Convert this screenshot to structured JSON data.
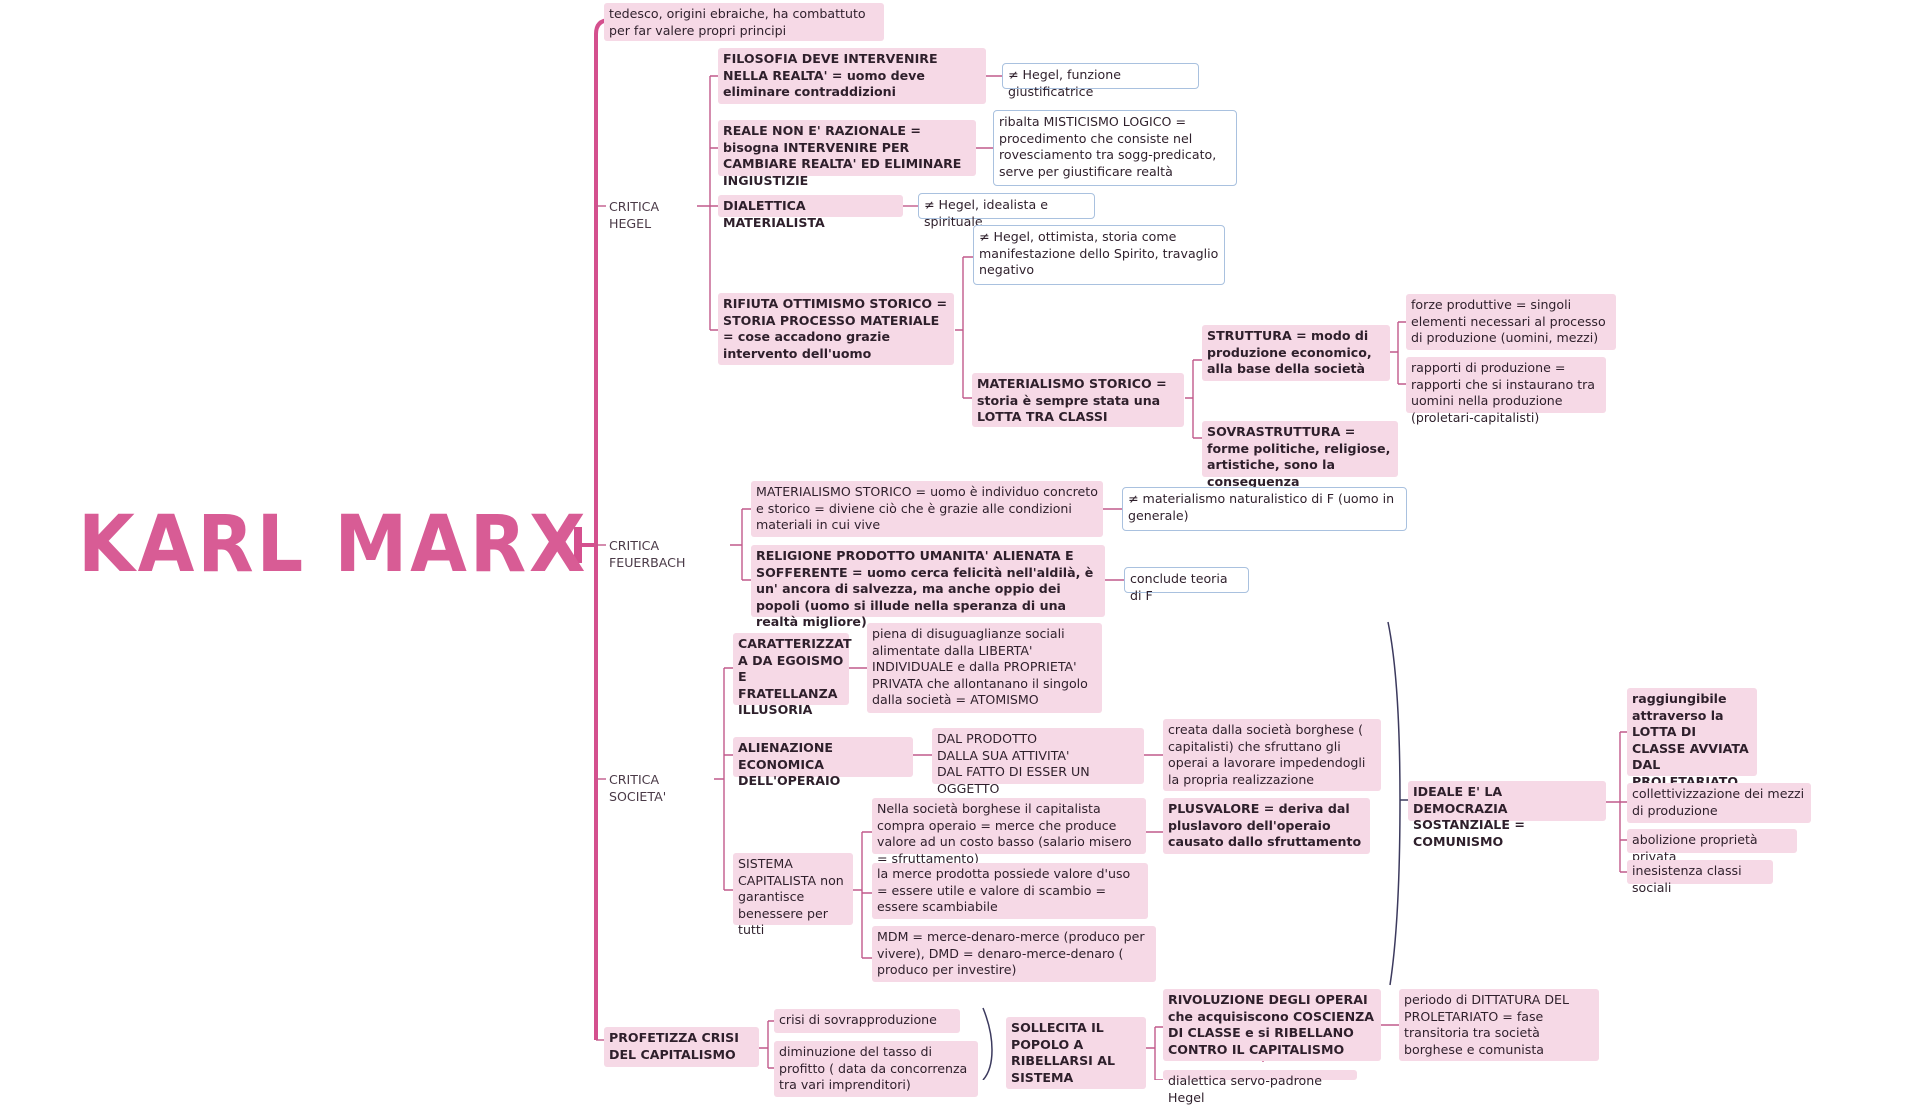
{
  "title": "KARL MARX",
  "colors": {
    "accent": "#d85c95",
    "node_bg": "#f6d9e6",
    "note_border": "#a9c1df",
    "link": "#c15a8c",
    "bracket": "#3c3a5e"
  },
  "nodes": {
    "intro": "tedesco, origini ebraiche, ha combattuto per far valere propri principi",
    "critica_hegel": "CRITICA HEGEL",
    "filosofia": "FILOSOFIA DEVE INTERVENIRE NELLA REALTA' = uomo deve eliminare contraddizioni",
    "note_hegel_funzione": "≠ Hegel, funzione giustificatrice",
    "reale": "REALE NON E' RAZIONALE =  bisogna INTERVENIRE PER CAMBIARE REALTA' ED ELIMINARE INGIUSTIZIE",
    "note_misticismo": "ribalta MISTICISMO LOGICO = procedimento che consiste nel rovesciamento tra sogg-predicato, serve per giustificare realtà",
    "dialettica": "DIALETTICA MATERIALISTA",
    "note_idealista": "≠ Hegel, idealista e spirituale",
    "note_ottimista": "≠ Hegel, ottimista, storia come manifestazione dello Spirito, travaglio negativo",
    "rifiuta": "RIFIUTA OTTIMISMO STORICO = STORIA PROCESSO MATERIALE = cose accadono grazie intervento dell'uomo",
    "materialismo_storico": "MATERIALISMO STORICO = storia è sempre stata una LOTTA TRA CLASSI",
    "struttura": "STRUTTURA = modo di produzione economico, alla base della società",
    "forze": "forze produttive = singoli elementi necessari al processo di produzione (uomini, mezzi)",
    "rapporti": "rapporti di produzione = rapporti che si instaurano tra uomini nella produzione (proletari-capitalisti)",
    "sovrastruttura": "SOVRASTRUTTURA = forme politiche, religiose, artistiche, sono la conseguenza",
    "critica_feuerbach": "CRITICA FEUERBACH",
    "mat_storico_f": "MATERIALISMO STORICO = uomo è individuo concreto e storico = diviene ciò che è grazie alle condizioni materiali in cui vive",
    "note_naturalistico": "≠ materialismo naturalistico di F (uomo in generale)",
    "religione": "RELIGIONE PRODOTTO UMANITA' ALIENATA E SOFFERENTE = uomo cerca felicità nell'aldilà, è un' ancora di salvezza, ma anche oppio dei popoli (uomo si illude nella speranza di una realtà migliore)",
    "note_conclude": "conclude teoria di F",
    "critica_societa": "CRITICA SOCIETA'",
    "egoismo": "CARATTERIZZAT A DA EGOISMO E FRATELLANZA ILLUSORIA",
    "disuguaglianze": "piena di disuguaglianze sociali alimentate dalla LIBERTA' INDIVIDUALE e dalla PROPRIETA' PRIVATA che allontanano il singolo dalla società = ATOMISMO",
    "alienazione": "ALIENAZIONE ECONOMICA DELL'OPERAIO",
    "dal_prodotto": "DAL PRODOTTO\nDALLA SUA ATTIVITA'\nDAL FATTO DI ESSER UN OGGETTO",
    "creata": "creata dalla società borghese ( capitalisti) che sfruttano gli operai a lavorare impedendogli la propria realizzazione",
    "sistema": "SISTEMA CAPITALISTA non garantisce benessere per tutti",
    "borghese": "Nella società borghese il capitalista compra operaio = merce che produce valore ad un costo basso (salario misero = sfruttamento)",
    "plusvalore": "PLUSVALORE = deriva dal pluslavoro dell'operaio causato dallo sfruttamento",
    "merce": "la merce prodotta possiede valore d'uso = essere utile e valore di scambio = essere scambiabile",
    "mdm": "MDM = merce-denaro-merce (produco per vivere), DMD = denaro-merce-denaro ( produco per investire)",
    "ideale": "IDEALE E' LA DEMOCRAZIA SOSTANZIALE = COMUNISMO",
    "raggiungibile": "raggiungibile attraverso la LOTTA DI CLASSE AVVIATA DAL PROLETARIATO",
    "collettivizzazione": "collettivizzazione dei mezzi di produzione",
    "abolizione": "abolizione proprietà privata",
    "inesistenza": "inesistenza classi sociali",
    "profetizza": "PROFETIZZA CRISI DEL CAPITALISMO",
    "crisi": "crisi di sovrapproduzione",
    "diminuzione": "diminuzione del tasso di profitto ( data da concorrenza tra vari imprenditori)",
    "sollecita": "SOLLECITA IL POPOLO A RIBELLARSI AL SISTEMA",
    "rivoluzione": "RIVOLUZIONE DEGLI OPERAI che acquisiscono COSCIENZA DI CLASSE e si RIBELLANO CONTRO IL CAPITALISMO",
    "dittatura": "periodo di DITTATURA DEL PROLETARIATO = fase transitoria tra società borghese e comunista",
    "servo_padrone": "dialettica servo-padrone Hegel"
  }
}
